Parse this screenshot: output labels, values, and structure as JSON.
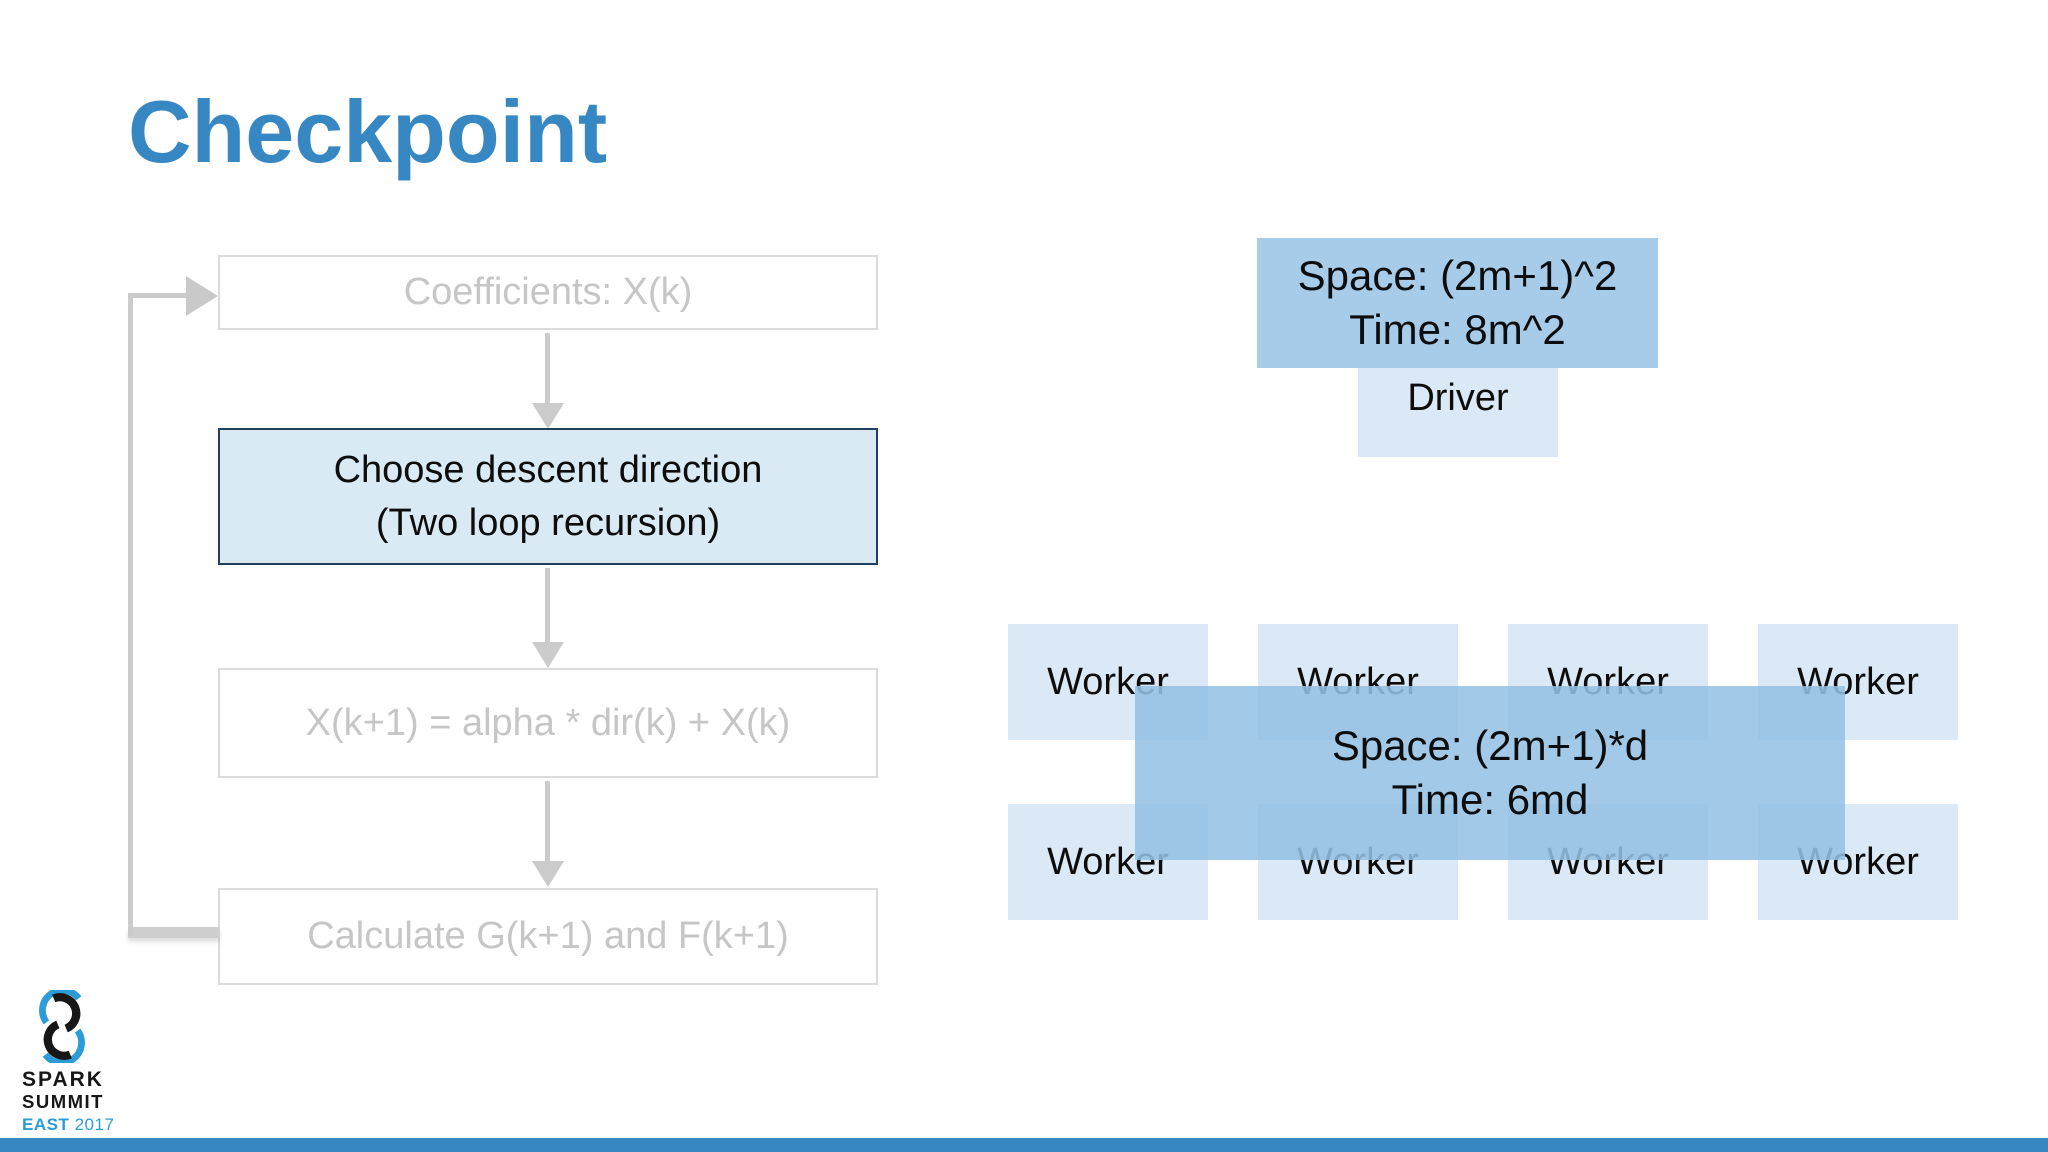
{
  "slide": {
    "title": "Checkpoint"
  },
  "flowchart": {
    "steps": [
      {
        "lines": [
          "Coefficients: X(k)"
        ],
        "state": "inactive"
      },
      {
        "lines": [
          "Choose descent direction",
          "(Two loop recursion)"
        ],
        "state": "active"
      },
      {
        "lines": [
          "X(k+1) = alpha * dir(k) + X(k)"
        ],
        "state": "inactive"
      },
      {
        "lines": [
          "Calculate G(k+1) and F(k+1)"
        ],
        "state": "inactive"
      }
    ]
  },
  "cluster": {
    "driver_stats": {
      "line1": "Space: (2m+1)^2",
      "line2": "Time: 8m^2"
    },
    "driver_label": "Driver",
    "workers": [
      {
        "label": "Worker"
      },
      {
        "label": "Worker"
      },
      {
        "label": "Worker"
      },
      {
        "label": "Worker"
      },
      {
        "label": "Worker"
      },
      {
        "label": "Worker"
      },
      {
        "label": "Worker"
      },
      {
        "label": "Worker"
      }
    ],
    "worker_stats": {
      "line1": "Space: (2m+1)*d",
      "line2": "Time: 6md"
    }
  },
  "footer": {
    "logo": {
      "icon": "spark-swirl-icon",
      "line1": "SPARK",
      "line2": "SUMMIT",
      "line3_left": "EAST",
      "line3_right": "2017"
    }
  },
  "colors": {
    "title_blue": "#3787C2",
    "bottom_bar_blue": "#3787C2",
    "active_box_fill": "#D9EAF5",
    "active_box_border": "#20405F",
    "inactive_border": "#DBDBDB",
    "inactive_text": "#C6C6C6",
    "arrow_gray": "#CBCBCB",
    "stats_box_fill": "#A7CCE9",
    "node_fill": "#DAE9F5",
    "logo_blue": "#2B9CD8"
  }
}
